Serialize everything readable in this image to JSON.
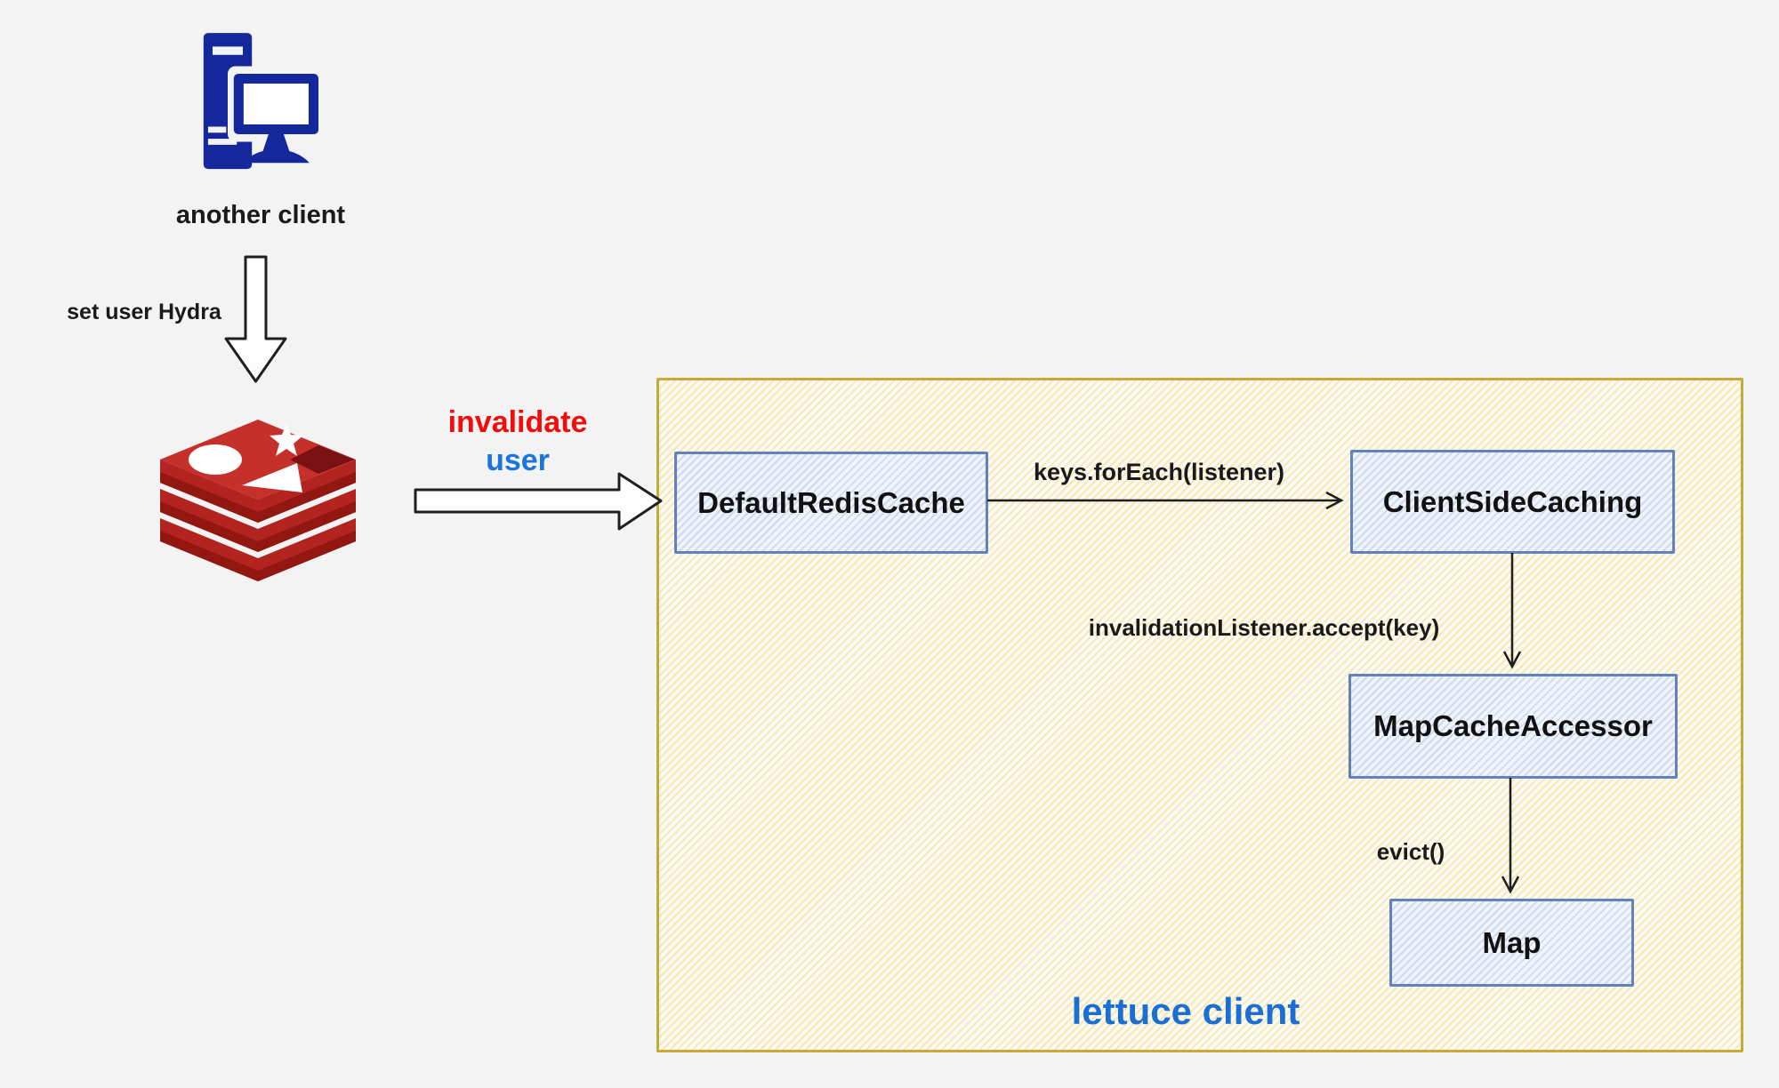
{
  "colors": {
    "background": "#f2f3f2",
    "container_border": "#c9a83c",
    "container_hatch": "#f8e7af",
    "node_border": "#6182bd",
    "node_hatch": "#cddbf1",
    "text": "#1a1a1a",
    "invalidate_red": "#f40b0b",
    "user_blue": "#1b74e0",
    "lettuce_title_blue": "#1a6fd4",
    "client_icon_blue": "#14279b",
    "redis_top_red": "#c6302b",
    "redis_body_red": "#b3231f",
    "redis_shadow_red": "#911710",
    "arrow_stroke": "#1f1f1f"
  },
  "external": {
    "client_label": "another client",
    "set_user_label": "set user Hydra",
    "invalidate_word": "invalidate",
    "user_word": "user"
  },
  "icons": [
    {
      "name": "computer-icon"
    },
    {
      "name": "redis-icon"
    },
    {
      "name": "down-arrow-icon"
    },
    {
      "name": "right-arrow-icon"
    }
  ],
  "lettuce": {
    "title": "lettuce client",
    "nodes": [
      {
        "id": "default-redis-cache",
        "label": "DefaultRedisCache"
      },
      {
        "id": "client-side-caching",
        "label": "ClientSideCaching"
      },
      {
        "id": "map-cache-accessor",
        "label": "MapCacheAccessor"
      },
      {
        "id": "map",
        "label": "Map"
      }
    ],
    "edges": [
      {
        "from": "default-redis-cache",
        "to": "client-side-caching",
        "label": "keys.forEach(listener)"
      },
      {
        "from": "client-side-caching",
        "to": "map-cache-accessor",
        "label": "invalidationListener.accept(key)"
      },
      {
        "from": "map-cache-accessor",
        "to": "map",
        "label": "evict()"
      }
    ]
  }
}
